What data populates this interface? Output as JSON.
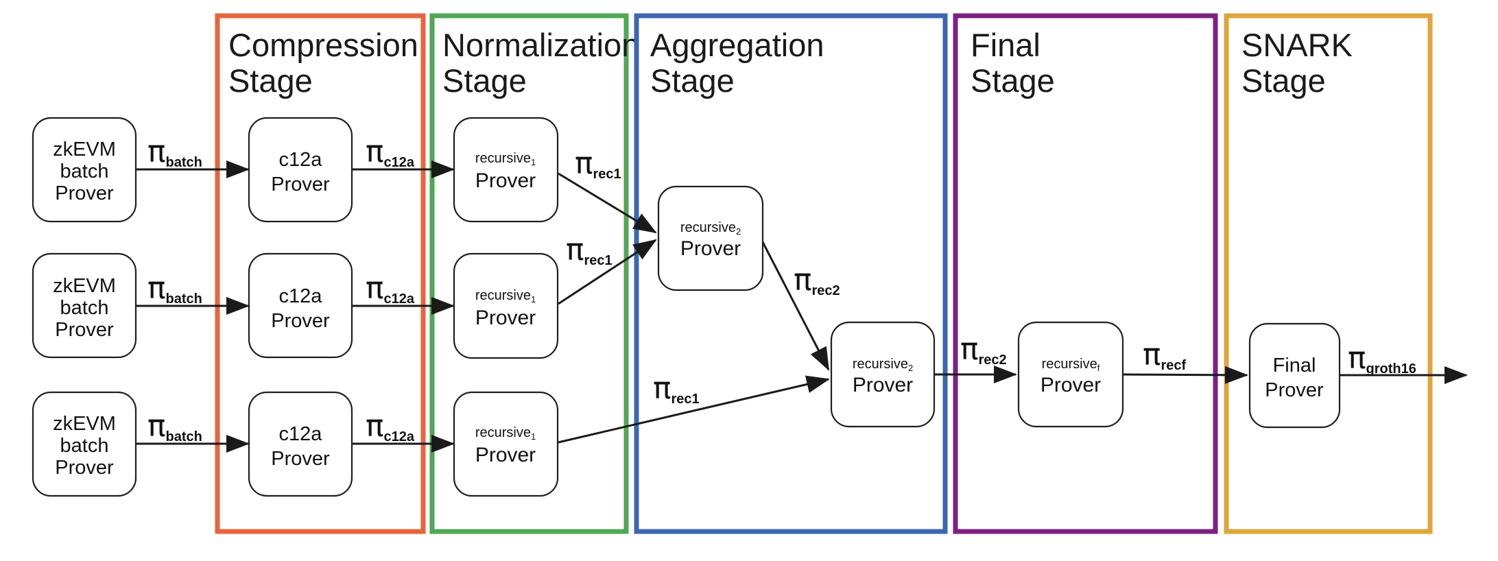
{
  "stages": [
    {
      "title_line1": "Compression",
      "title_line2": "Stage",
      "color": "#e8643c"
    },
    {
      "title_line1": "Normalization",
      "title_line2": "Stage",
      "color": "#4fa854"
    },
    {
      "title_line1": "Aggregation",
      "title_line2": "Stage",
      "color": "#3c68b0"
    },
    {
      "title_line1": "Final",
      "title_line2": "Stage",
      "color": "#7b2182"
    },
    {
      "title_line1": "SNARK",
      "title_line2": "Stage",
      "color": "#dfa63c"
    }
  ],
  "nodes": {
    "zkevm_batch_prover": {
      "line1": "zkEVM",
      "line2": "batch",
      "line3": "Prover"
    },
    "c12a_prover": {
      "line1": "c12a",
      "line2": "Prover"
    },
    "recursive1_prover": {
      "base": "recursive",
      "sub": "1",
      "line2": "Prover"
    },
    "recursive2_prover": {
      "base": "recursive",
      "sub": "2",
      "line2": "Prover"
    },
    "recursivef_prover": {
      "base": "recursive",
      "sub": "f",
      "line2": "Prover"
    },
    "final_prover": {
      "line1": "Final",
      "line2": "Prover"
    }
  },
  "proof_labels": {
    "pi": "π",
    "batch": "batch",
    "c12a": "c12a",
    "rec1": "rec1",
    "rec2": "rec2",
    "recf": "recf",
    "groth16": "groth16"
  }
}
